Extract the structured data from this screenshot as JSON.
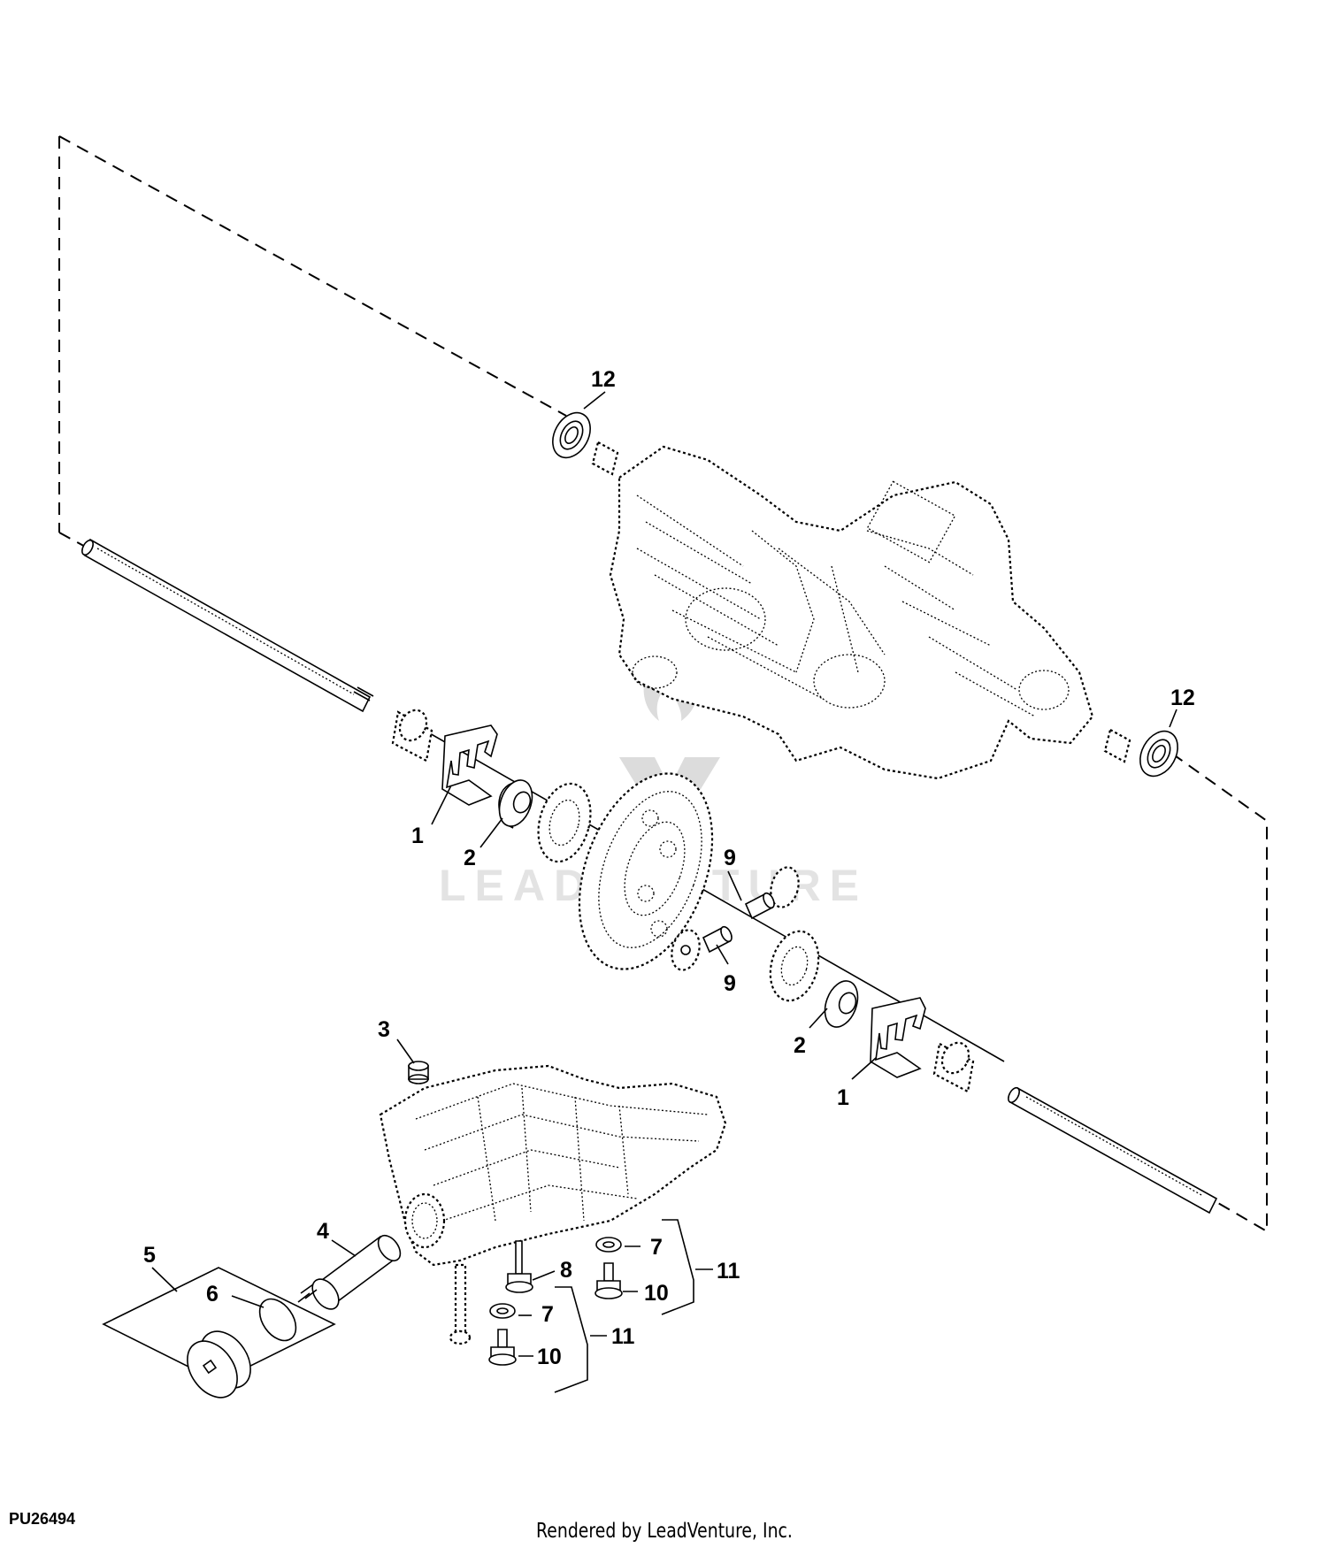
{
  "diagram": {
    "figure_code": "PU26494",
    "credit": "Rendered by LeadVenture, Inc.",
    "watermark": "LEADVENTURE",
    "callouts": {
      "c1_left": "1",
      "c2_left": "2",
      "c9_top": "9",
      "c9_bottom": "9",
      "c2_right": "2",
      "c1_right": "1",
      "c3": "3",
      "c4": "4",
      "c5": "5",
      "c6": "6",
      "c8": "8",
      "c7_upper": "7",
      "c10_upper": "10",
      "c11_upper": "11",
      "c7_lower": "7",
      "c10_lower": "10",
      "c11_lower": "11",
      "c12_top": "12",
      "c12_right": "12"
    }
  }
}
